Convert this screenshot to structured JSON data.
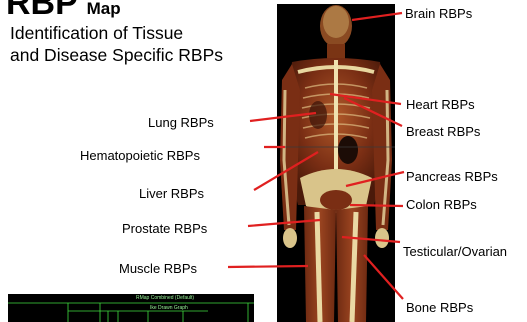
{
  "title": {
    "main": "RBP",
    "suffix": "Map"
  },
  "subtitle": {
    "line1": "Identification of Tissue",
    "line2": "and Disease Specific RBPs"
  },
  "labels": {
    "brain": "Brain RBPs",
    "heart": "Heart RBPs",
    "breast": "Breast RBPs",
    "pancreas": "Pancreas RBPs",
    "colon": "Colon RBPs",
    "testicular": "Testicular/Ovarian",
    "bone": "Bone RBPs",
    "lung": "Lung RBPs",
    "hematopoietic": "Hematopoietic RBPs",
    "liver": "Liver RBPs",
    "prostate": "Prostate RBPs",
    "muscle": "Muscle RBPs"
  },
  "inset": {
    "caption1": "RMap Combined (Default)",
    "caption2": "Ike Drawn Graph"
  },
  "colors": {
    "pointer": "#e02020",
    "body_background": "#000000",
    "tissue": "#8a3a1c",
    "bone": "#e8d7a0"
  }
}
